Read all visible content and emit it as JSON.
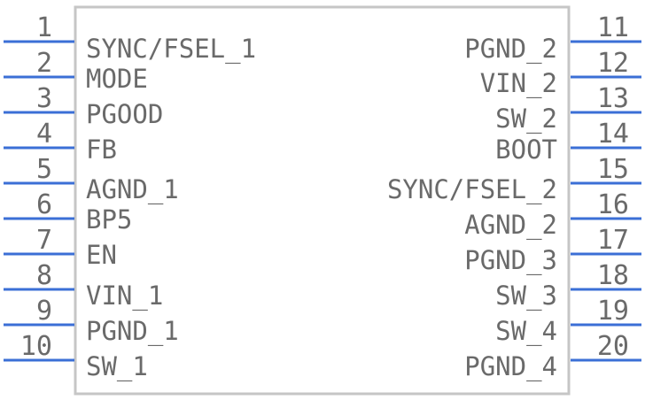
{
  "component": {
    "left_pins": [
      {
        "number": "1",
        "name": "SYNC/FSEL_1"
      },
      {
        "number": "2",
        "name": "MODE"
      },
      {
        "number": "3",
        "name": "PGOOD"
      },
      {
        "number": "4",
        "name": "FB"
      },
      {
        "number": "5",
        "name": "AGND_1"
      },
      {
        "number": "6",
        "name": "BP5"
      },
      {
        "number": "7",
        "name": "EN"
      },
      {
        "number": "8",
        "name": "VIN_1"
      },
      {
        "number": "9",
        "name": "PGND_1"
      },
      {
        "number": "10",
        "name": "SW_1"
      }
    ],
    "right_pins": [
      {
        "number": "11",
        "name": "PGND_2"
      },
      {
        "number": "12",
        "name": "VIN_2"
      },
      {
        "number": "13",
        "name": "SW_2"
      },
      {
        "number": "14",
        "name": "BOOT"
      },
      {
        "number": "15",
        "name": "SYNC/FSEL_2"
      },
      {
        "number": "16",
        "name": "AGND_2"
      },
      {
        "number": "17",
        "name": "PGND_3"
      },
      {
        "number": "18",
        "name": "SW_3"
      },
      {
        "number": "19",
        "name": "SW_4"
      },
      {
        "number": "20",
        "name": "PGND_4"
      }
    ]
  },
  "colors": {
    "pin": "#3b6fd6",
    "body_outline": "#c6c6c6",
    "text": "#6a6a6a"
  }
}
